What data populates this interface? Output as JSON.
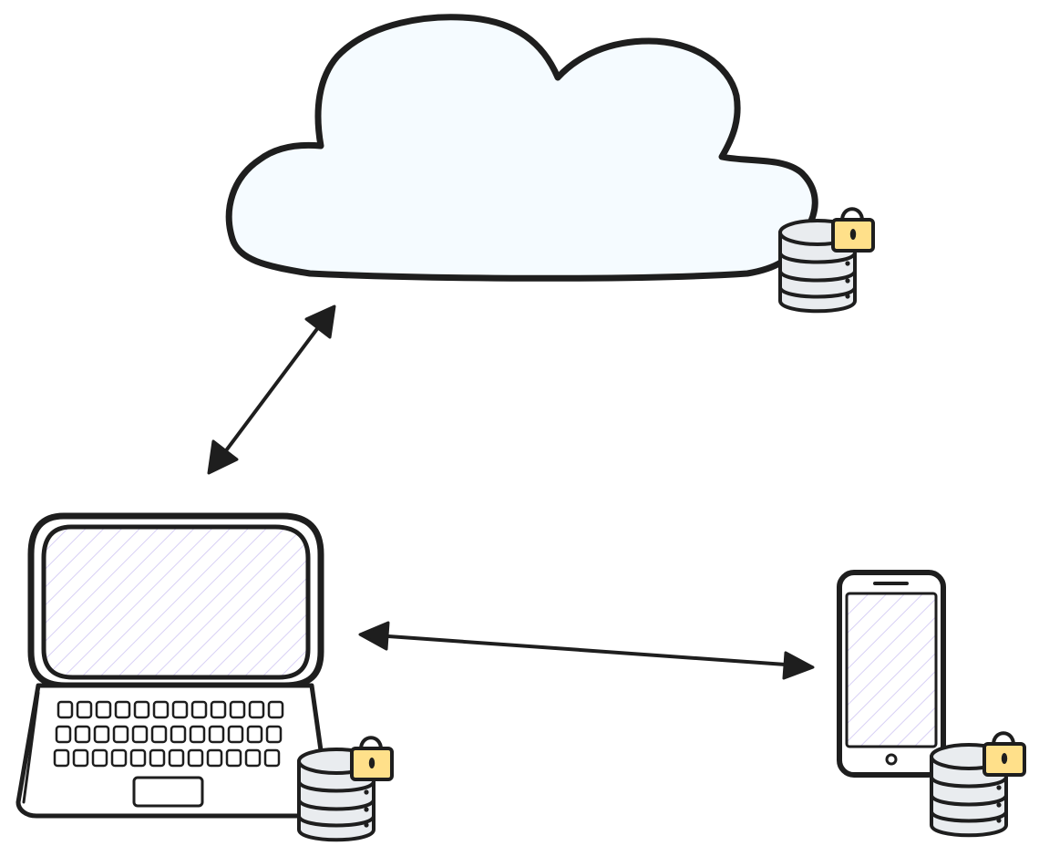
{
  "diagram": {
    "title": "",
    "nodes": [
      {
        "id": "cloud",
        "icon": "cloud-icon",
        "fill": "#f5fbff",
        "has_encrypted_storage": true
      },
      {
        "id": "laptop",
        "icon": "laptop-icon",
        "screen_fill": "#f3f0ff",
        "has_encrypted_storage": true
      },
      {
        "id": "phone",
        "icon": "smartphone-icon",
        "screen_fill": "#f3f0ff",
        "has_encrypted_storage": true
      }
    ],
    "edges": [
      {
        "from": "laptop",
        "to": "cloud",
        "direction": "bidirectional"
      },
      {
        "from": "laptop",
        "to": "phone",
        "direction": "bidirectional"
      }
    ],
    "colors": {
      "stroke": "#1e1e1e",
      "cloud_fill": "#f5fbff",
      "screen_hatch": "#d8d0f5",
      "database_fill": "#e9ecef",
      "lock_fill": "#ffe08a"
    }
  }
}
